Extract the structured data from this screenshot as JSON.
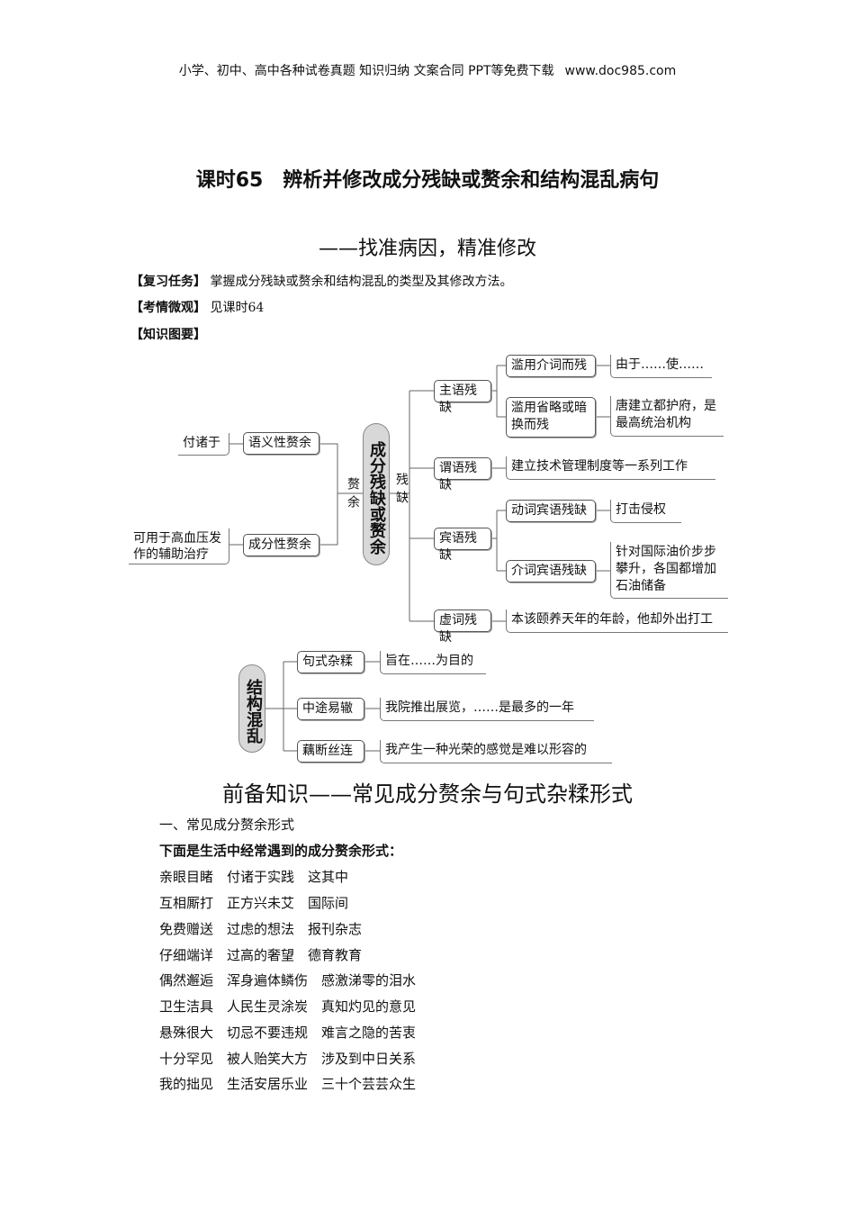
{
  "header": {
    "left": "小学、初中、高中各种试卷真题  知识归纳  文案合同  PPT等免费下载",
    "right": "www.doc985.com"
  },
  "title": "课时65　辨析并修改成分残缺或赘余和结构混乱病句",
  "subtitle": "——找准病因，精准修改",
  "labels": [
    {
      "tag": "【复习任务】",
      "text": "掌握成分残缺或赘余和结构混乱的类型及其修改方法。"
    },
    {
      "tag": "【考情微观】",
      "text": "见课时64"
    },
    {
      "tag": "【知识图要】",
      "text": ""
    }
  ],
  "diagram": {
    "center": "成分残缺或赘余",
    "left_branch": "赘余",
    "right_branch": "残缺",
    "redundancy": [
      {
        "type": "语义性赘余",
        "example": "付诸于"
      },
      {
        "type": "成分性赘余",
        "example": "可用于高血压发作的辅助治疗"
      }
    ],
    "missing": [
      {
        "type": "主语残缺",
        "subs": [
          {
            "type": "滥用介词而残",
            "example": "由于……使……"
          },
          {
            "type": "滥用省略或暗换而残",
            "example": "唐建立都护府，是最高统治机构"
          }
        ]
      },
      {
        "type": "谓语残缺",
        "example": "建立技术管理制度等一系列工作"
      },
      {
        "type": "宾语残缺",
        "subs": [
          {
            "type": "动词宾语残缺",
            "example": "打击侵权"
          },
          {
            "type": "介词宾语残缺",
            "example": "针对国际油价步步攀升，各国都增加石油储备"
          }
        ]
      },
      {
        "type": "虚词残缺",
        "example": "本该颐养天年的年龄，他却外出打工"
      }
    ],
    "structure": {
      "center": "结构混乱",
      "items": [
        {
          "type": "句式杂糅",
          "example": "旨在……为目的"
        },
        {
          "type": "中途易辙",
          "example": "我院推出展览，……是最多的一年"
        },
        {
          "type": "藕断丝连",
          "example": "我产生一种光荣的感觉是难以形容的"
        }
      ]
    }
  },
  "section": {
    "heading": "前备知识——常见成分赘余与句式杂糅形式",
    "sub": "一、常见成分赘余形式",
    "intro": "下面是生活中经常遇到的成分赘余形式：",
    "rows": [
      "亲眼目睹　付诸于实践　这其中",
      "互相厮打　正方兴未艾　国际间",
      "免费赠送　过虑的想法　报刊杂志",
      "仔细端详　过高的奢望　德育教育",
      "偶然邂逅　浑身遍体鳞伤　感激涕零的泪水",
      "卫生洁具　人民生灵涂炭　真知灼见的意见",
      "悬殊很大　切忌不要违规　难言之隐的苦衷",
      "十分罕见　被人贻笑大方　涉及到中日关系",
      "我的拙见　生活安居乐业　三十个芸芸众生"
    ]
  }
}
